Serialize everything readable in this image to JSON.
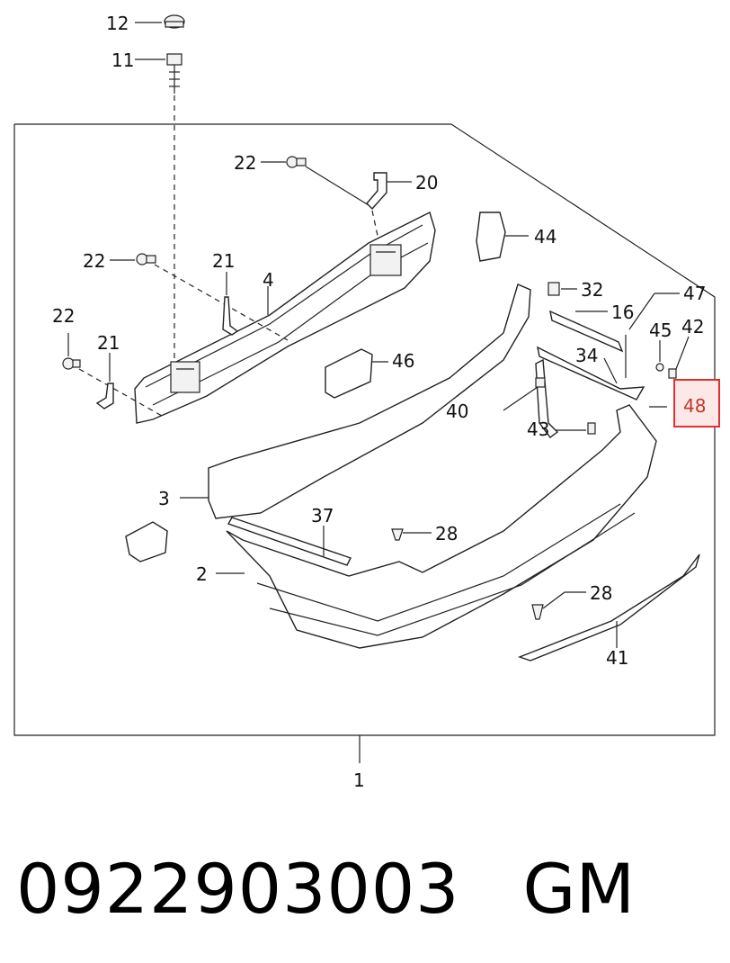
{
  "diagram": {
    "callouts": [
      {
        "id": "c12",
        "label": "12"
      },
      {
        "id": "c11",
        "label": "11"
      },
      {
        "id": "c22a",
        "label": "22"
      },
      {
        "id": "c20",
        "label": "20"
      },
      {
        "id": "c44",
        "label": "44"
      },
      {
        "id": "c22b",
        "label": "22"
      },
      {
        "id": "c21a",
        "label": "21"
      },
      {
        "id": "c4",
        "label": "4"
      },
      {
        "id": "c22c",
        "label": "22"
      },
      {
        "id": "c21b",
        "label": "21"
      },
      {
        "id": "c32",
        "label": "32"
      },
      {
        "id": "c47",
        "label": "47"
      },
      {
        "id": "c16",
        "label": "16"
      },
      {
        "id": "c45",
        "label": "45"
      },
      {
        "id": "c42",
        "label": "42"
      },
      {
        "id": "c46",
        "label": "46"
      },
      {
        "id": "c34",
        "label": "34"
      },
      {
        "id": "c40",
        "label": "40"
      },
      {
        "id": "c48",
        "label": "48"
      },
      {
        "id": "c43",
        "label": "43"
      },
      {
        "id": "c3",
        "label": "3"
      },
      {
        "id": "c37",
        "label": "37"
      },
      {
        "id": "c28a",
        "label": "28"
      },
      {
        "id": "c2",
        "label": "2"
      },
      {
        "id": "c28b",
        "label": "28"
      },
      {
        "id": "c41",
        "label": "41"
      },
      {
        "id": "c1",
        "label": "1"
      }
    ],
    "highlighted_callout": "48",
    "highlight_color": "#e03030"
  },
  "caption": {
    "part_number": "0922903003",
    "brand": "GM"
  }
}
